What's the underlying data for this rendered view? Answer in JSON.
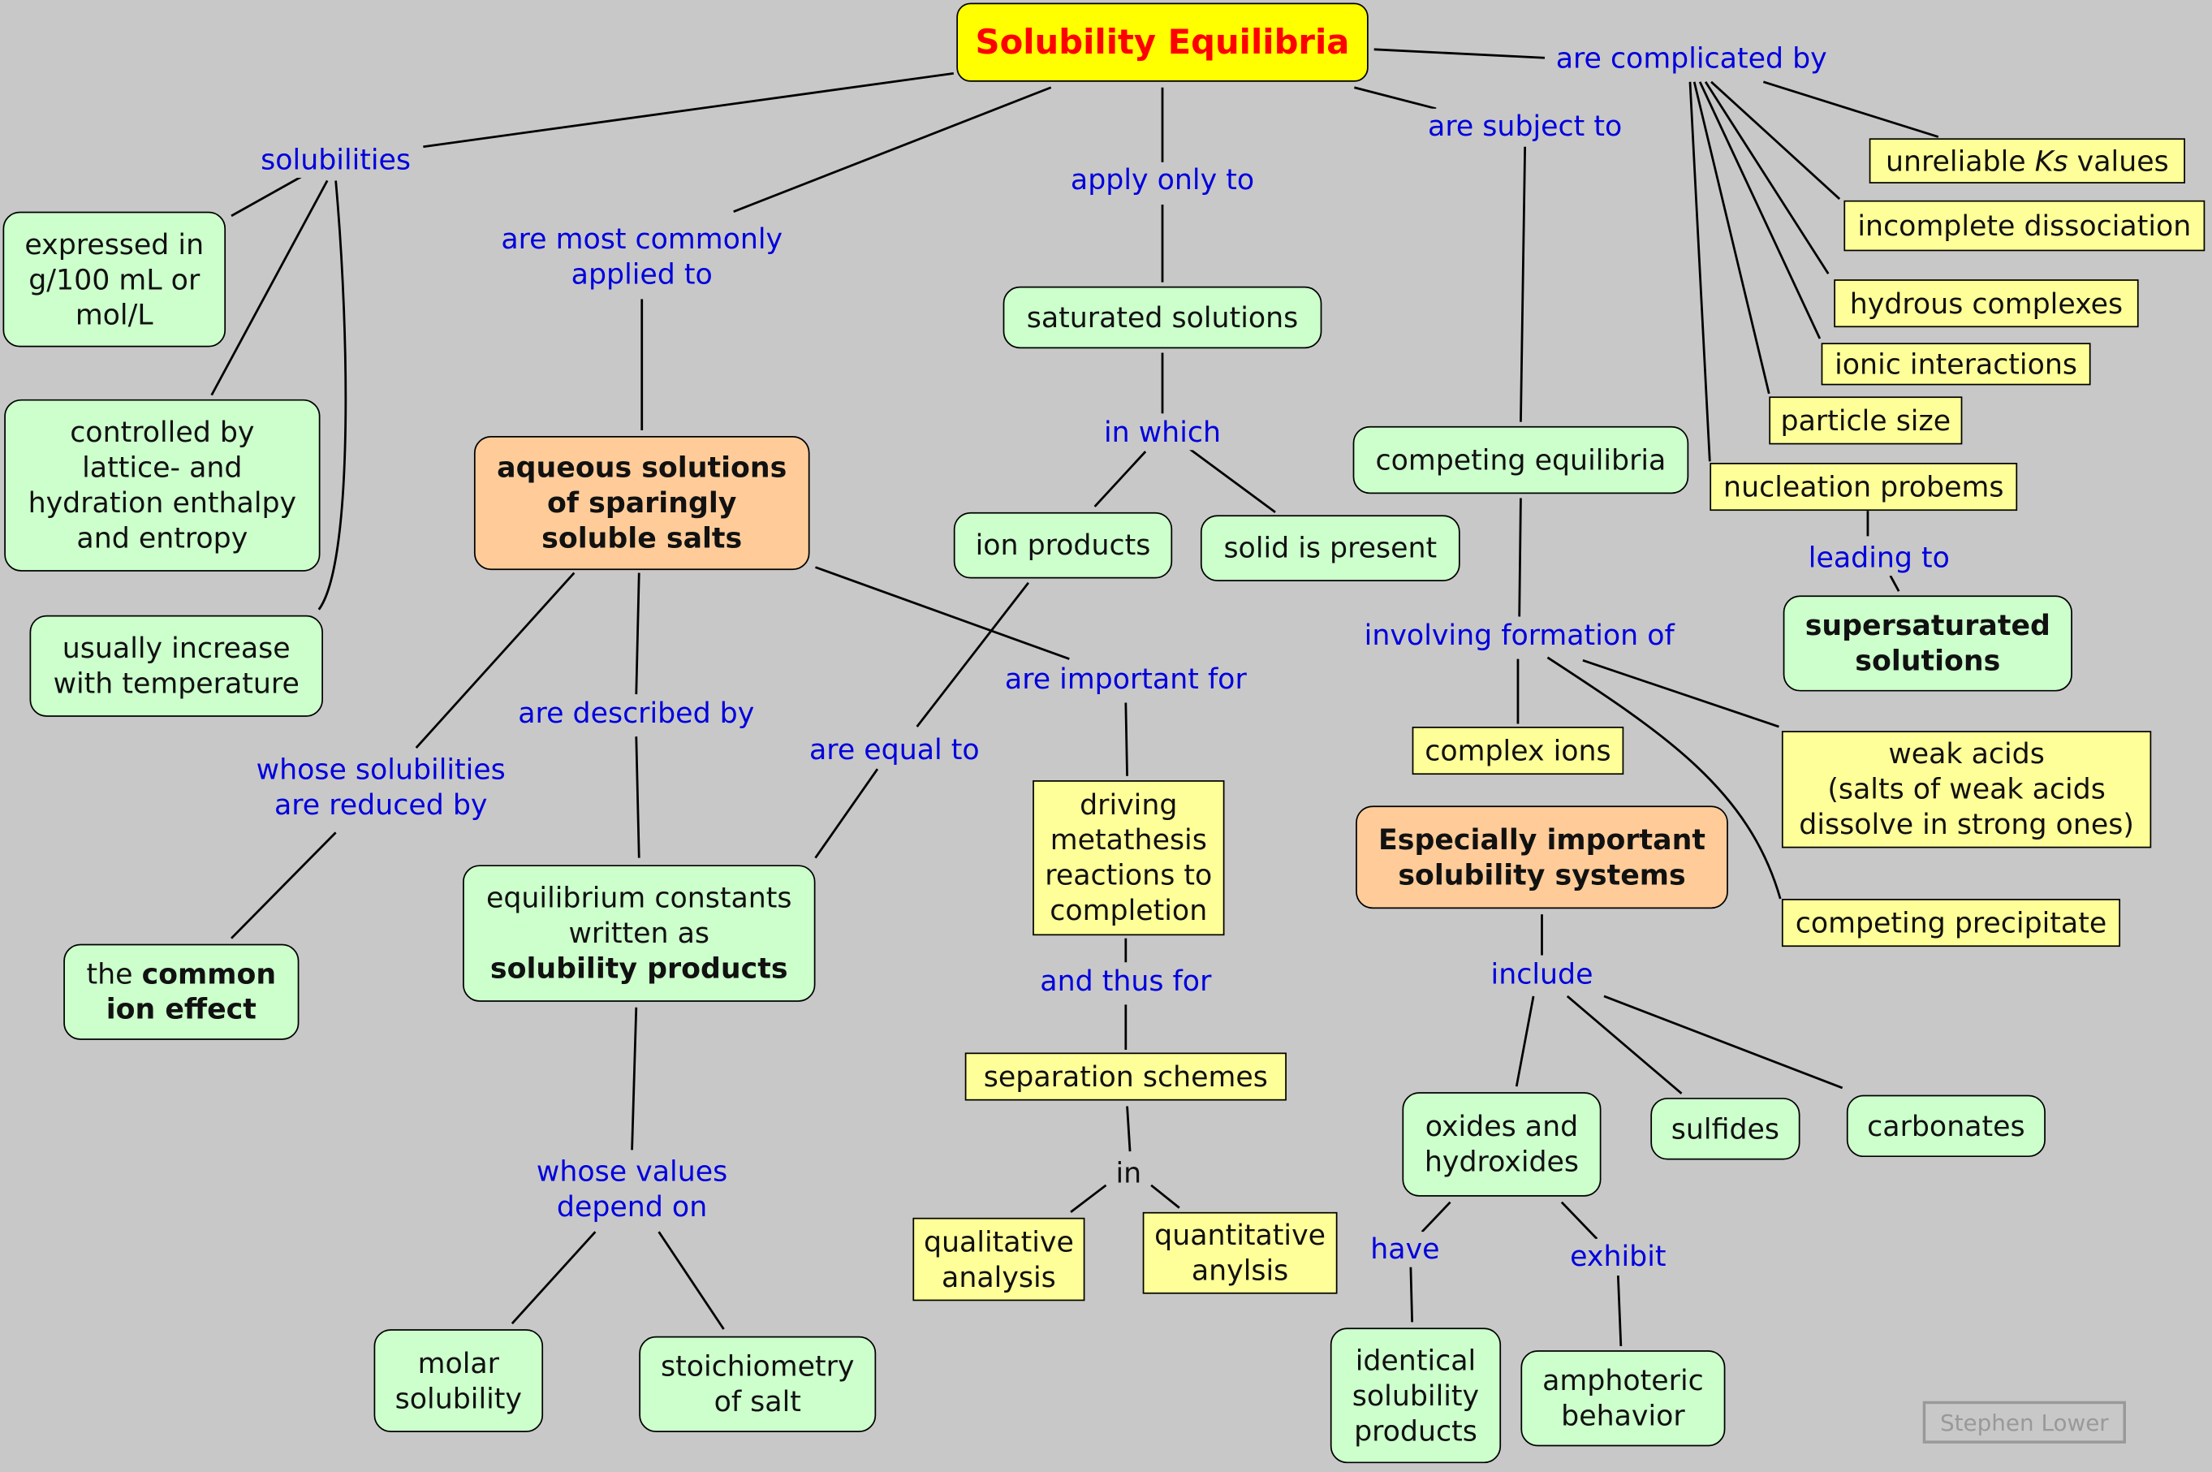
{
  "title": "Solubility Equilibria",
  "nodes": {
    "expressed": "expressed in\ng/100 mL or\nmol/L",
    "controlled": "controlled by\nlattice- and\nhydration enthalpy\nand entropy",
    "usually_increase": "usually increase\nwith temperature",
    "aqueous": "aqueous solutions\nof sparingly\nsoluble salts",
    "common_ion_pre": "the ",
    "common_ion_bold": "common\nion effect",
    "equilibrium_constants": "equilibrium constants\nwritten as",
    "solubility_products": "solubility products",
    "molar_solubility": "molar\nsolubility",
    "stoichiometry": "stoichiometry\nof salt",
    "saturated": "saturated solutions",
    "ion_products": "ion products",
    "solid_present": "solid is present",
    "driving": "driving\nmetathesis\nreactions to\ncompletion",
    "separation": "separation schemes",
    "qualitative": "qualitative\nanalysis",
    "quantitative": "quantitative\nanylsis",
    "competing_equilibria": "competing equilibria",
    "complex_ions": "complex ions",
    "weak_acids": "weak acids\n(salts of weak acids\ndissolve in strong ones)",
    "competing_precipitate": "competing precipitate",
    "especially": "Especially important\nsolubility systems",
    "oxides": "oxides and\nhydroxides",
    "sulfides": "sulfides",
    "carbonates": "carbonates",
    "identical": "identical\nsolubility\nproducts",
    "amphoteric": "amphoteric\nbehavior",
    "unreliable_pre": "unreliable ",
    "unreliable_ks": "Ks",
    "unreliable_post": " values",
    "incomplete": "incomplete dissociation",
    "hydrous": "hydrous complexes",
    "ionic": "ionic interactions",
    "particle": "particle size",
    "nucleation": "nucleation probems",
    "supersaturated": "supersaturated\nsolutions"
  },
  "labels": {
    "solubilities": "solubilities",
    "most_commonly": "are most commonly\napplied to",
    "apply_only": "apply only to",
    "subject_to": "are subject to",
    "complicated_by": "are complicated by",
    "reduced_by": "whose solubilities\nare reduced by",
    "described_by": "are described by",
    "equal_to": "are equal to",
    "important_for": "are important for",
    "in_which": "in which",
    "and_thus": "and thus for",
    "in": "in",
    "depend_on": "whose values\ndepend on",
    "involving": "involving formation of",
    "include": "include",
    "have": "have",
    "exhibit": "exhibit",
    "leading_to": "leading to"
  },
  "signature": "Stephen Lower",
  "colors": {
    "background": "#c8c8c8",
    "concept_green": "#ccffcc",
    "concept_orange": "#ffcc99",
    "concept_yellow": "#ffff99",
    "title_fill": "#ffff00",
    "title_text": "#ff0000",
    "link_label": "#0000dd"
  }
}
